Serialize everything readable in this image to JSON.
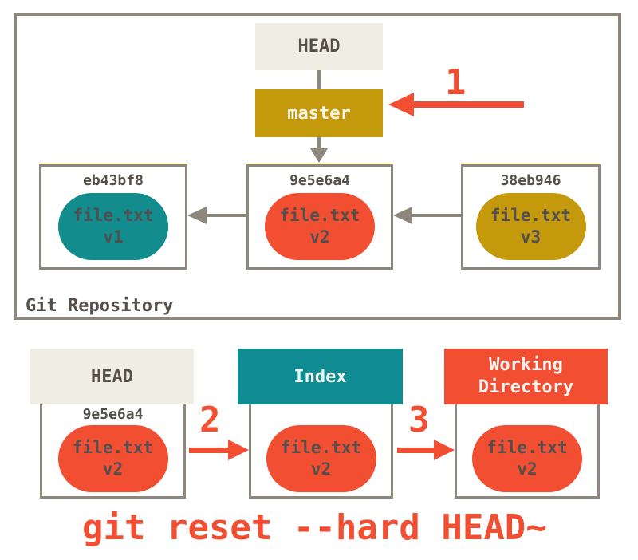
{
  "repo": {
    "label": "Git Repository",
    "head": "HEAD",
    "branch": "master",
    "step1": "1",
    "commits": [
      {
        "hash": "eb43bf8",
        "file": "file.txt",
        "version": "v1"
      },
      {
        "hash": "9e5e6a4",
        "file": "file.txt",
        "version": "v2"
      },
      {
        "hash": "38eb946",
        "file": "file.txt",
        "version": "v3"
      }
    ]
  },
  "trees": {
    "head": {
      "label": "HEAD",
      "hash": "9e5e6a4",
      "file": "file.txt",
      "version": "v2"
    },
    "index": {
      "label": "Index",
      "file": "file.txt",
      "version": "v2"
    },
    "workdir": {
      "label": "Working\nDirectory",
      "file": "file.txt",
      "version": "v2"
    },
    "step2": "2",
    "step3": "3"
  },
  "command": "git reset --hard HEAD~",
  "colors": {
    "red": "#F14E32",
    "gold": "#C4990B",
    "teal": "#128C8C",
    "teal_header": "#0E8C92",
    "cream": "#F0EEE4",
    "border_gray": "#8E877D",
    "dark_text": "#56504A",
    "yellow_accent": "#DFD637"
  }
}
